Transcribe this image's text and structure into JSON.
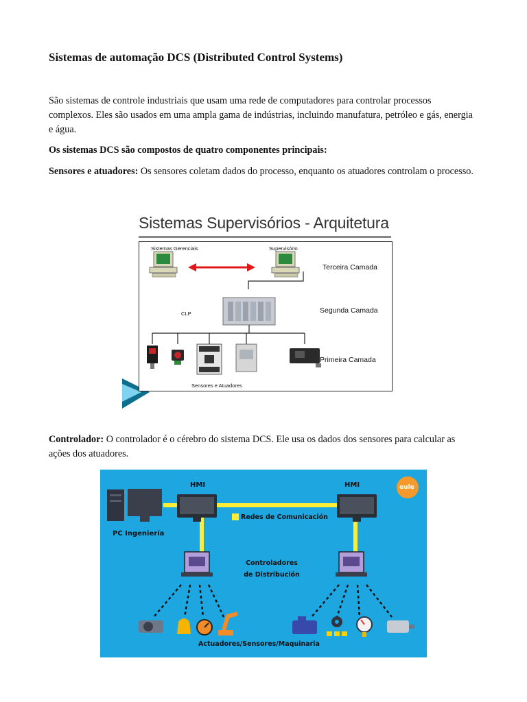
{
  "heading": "Sistemas de automação DCS (Distributed Control Systems)",
  "intro": "São sistemas de controle industriais que usam uma rede de computadores para controlar processos complexos. Eles são usados em uma ampla gama de indústrias, incluindo manufatura, petróleo e gás, energia e água.",
  "components_heading": "Os sistemas DCS são compostos de quatro componentes principais:",
  "sensors": {
    "term": "Sensores e atuadores:",
    "text": " Os sensores coletam dados do processo, enquanto os atuadores controlam o processo."
  },
  "controller": {
    "term": "Controlador:",
    "text": " O controlador é o cérebro do sistema DCS. Ele usa os dados dos sensores para calcular as ações dos atuadores."
  },
  "figure1": {
    "title": "Sistemas Supervisórios - Arquitetura",
    "mgmt_label": "Sistemas Gerenciais",
    "supervisor_label": "Supervisório",
    "clp_label": "CLP",
    "sensors_label": "Sensores e Atuadores",
    "layer3": "Terceira Camada",
    "layer2": "Segunda Camada",
    "layer1": "Primeira Camada",
    "colors": {
      "arrow": "#e01818",
      "chevron": "#1a7fa0"
    }
  },
  "figure2": {
    "hmi_left": "HMI",
    "hmi_right": "HMI",
    "pc_label": "PC Ingeniería",
    "network_legend": "Redes de Comunicación",
    "controllers_label": "Controladores de Distribución",
    "bottom_label": "Actuadores/Sensores/Maquinaria",
    "logo": "eule",
    "colors": {
      "background": "#1ea6e0",
      "network": "#ffee33",
      "logo": "#f59a2a"
    }
  }
}
